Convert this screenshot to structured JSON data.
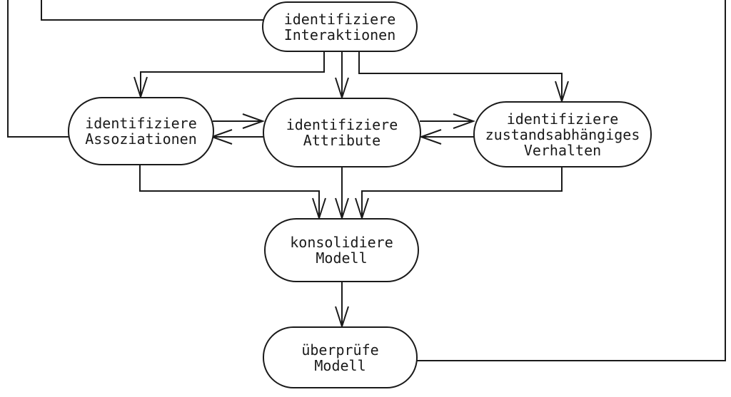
{
  "diagram": {
    "background_color": "#ffffff",
    "line_color": "#1a1a1a",
    "node_fill_color": "#ffffff",
    "text_color": "#1a1a1a",
    "nodes": [
      {
        "id": "identifiziere-interaktionen",
        "label": "identifiziere\nInteraktionen"
      },
      {
        "id": "identifiziere-assoziationen",
        "label": "identifiziere\nAssoziationen"
      },
      {
        "id": "identifiziere-attribute",
        "label": "identifiziere\nAttribute"
      },
      {
        "id": "identifiziere-zustandsabhaengiges-verhalten",
        "label": "identifiziere\nzustandsabhängiges\nVerhalten"
      },
      {
        "id": "konsolidiere-modell",
        "label": "konsolidiere\nModell"
      },
      {
        "id": "ueberpruefe-modell",
        "label": "überprüfe\nModell"
      }
    ],
    "edges": [
      {
        "from": "offscreen-top",
        "to": "identifiziere-interaktionen",
        "arrowhead": false
      },
      {
        "from": "offscreen-top",
        "to": "identifiziere-assoziationen",
        "arrowhead": false
      },
      {
        "from": "identifiziere-interaktionen",
        "to": "identifiziere-assoziationen",
        "arrowhead": true
      },
      {
        "from": "identifiziere-interaktionen",
        "to": "identifiziere-attribute",
        "arrowhead": true
      },
      {
        "from": "identifiziere-interaktionen",
        "to": "identifiziere-zustandsabhaengiges-verhalten",
        "arrowhead": true
      },
      {
        "from": "identifiziere-assoziationen",
        "to": "identifiziere-attribute",
        "arrowhead": true
      },
      {
        "from": "identifiziere-attribute",
        "to": "identifiziere-assoziationen",
        "arrowhead": true
      },
      {
        "from": "identifiziere-attribute",
        "to": "identifiziere-zustandsabhaengiges-verhalten",
        "arrowhead": true
      },
      {
        "from": "identifiziere-zustandsabhaengiges-verhalten",
        "to": "identifiziere-attribute",
        "arrowhead": true
      },
      {
        "from": "identifiziere-assoziationen",
        "to": "konsolidiere-modell",
        "arrowhead": true
      },
      {
        "from": "identifiziere-attribute",
        "to": "konsolidiere-modell",
        "arrowhead": true
      },
      {
        "from": "identifiziere-zustandsabhaengiges-verhalten",
        "to": "konsolidiere-modell",
        "arrowhead": true
      },
      {
        "from": "konsolidiere-modell",
        "to": "ueberpruefe-modell",
        "arrowhead": true
      },
      {
        "from": "ueberpruefe-modell",
        "to": "offscreen-top",
        "arrowhead": false
      }
    ]
  }
}
